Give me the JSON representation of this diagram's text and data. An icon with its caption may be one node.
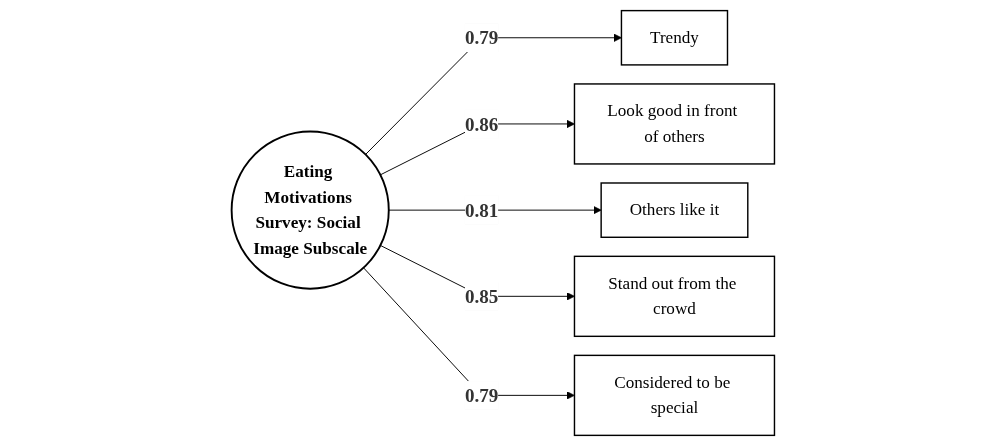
{
  "diagram": {
    "nodes": [
      {
        "text": [
          "Eating Motivations Survey: Social Image Subscale"
        ]
      },
      {
        "text": [
          "Trendy"
        ]
      },
      {
        "text": [
          "Look good in front of others"
        ]
      },
      {
        "text": [
          "Others like it"
        ]
      },
      {
        "text": [
          "Stand out from the crowd"
        ]
      },
      {
        "text": [
          "Considered to be special"
        ]
      }
    ],
    "edges": [
      {
        "from": 0,
        "to": 1,
        "arrow": "to",
        "label": "0.79"
      },
      {
        "from": 0,
        "to": 2,
        "arrow": "to",
        "label": "0.86"
      },
      {
        "from": 0,
        "to": 3,
        "arrow": "to",
        "label": "0.81"
      },
      {
        "from": 0,
        "to": 4,
        "arrow": "to",
        "label": "0.85"
      },
      {
        "from": 0,
        "to": 5,
        "arrow": "to",
        "label": "0.79"
      }
    ]
  }
}
